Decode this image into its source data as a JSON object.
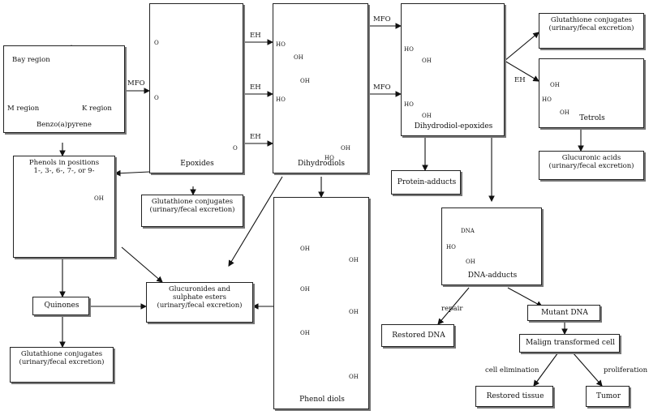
{
  "benzopyrene": {
    "name": "Benzo(a)pyrene",
    "bay": "Bay region",
    "m": "M region",
    "k": "K region"
  },
  "enzymes": {
    "mfo": "MFO",
    "eh": "EH"
  },
  "boxes": {
    "epoxides": "Epoxides",
    "dihydrodiols": "Dihydrodiols",
    "diol_epoxides": "Dihydrodiol-epoxides",
    "glut_conj_top": "Glutathione conjugates",
    "glut_conj_top_sub": "(urinary/fecal excretion)",
    "tetrols": "Tetrols",
    "glucuronic": "Glucuronic acids",
    "glucuronic_sub": "(urinary/fecal excretion)",
    "phenols_l1": "Phenols in positions",
    "phenols_l2": "1-, 3-, 6-, 7-, or 9-",
    "glut_conj_mid": "Glutathione conjugates",
    "glut_conj_mid_sub": "(urinary/fecal excretion)",
    "protein_adducts": "Protein-adducts",
    "dna_adducts": "DNA-adducts",
    "quinones": "Quinones",
    "glucuronides_l1": "Glucuronides and",
    "glucuronides_l2": "sulphate esters",
    "glucuronides_l3": "(urinary/fecal excretion)",
    "glut_conj_bot": "Glutathione conjugates",
    "glut_conj_bot_sub": "(urinary/fecal excretion)",
    "phenol_diols": "Phenol diols",
    "restored_dna": "Restored DNA",
    "mutant_dna": "Mutant DNA",
    "malign": "Malign transformed cell",
    "restored_tissue": "Restored  tissue",
    "tumor": "Tumor"
  },
  "edges": {
    "repair": "repair",
    "cell_elim": "cell elimination",
    "prolif": "proliferation"
  },
  "atoms": {
    "oh": "OH",
    "ho": "HO",
    "o": "O",
    "dna": "DNA"
  }
}
